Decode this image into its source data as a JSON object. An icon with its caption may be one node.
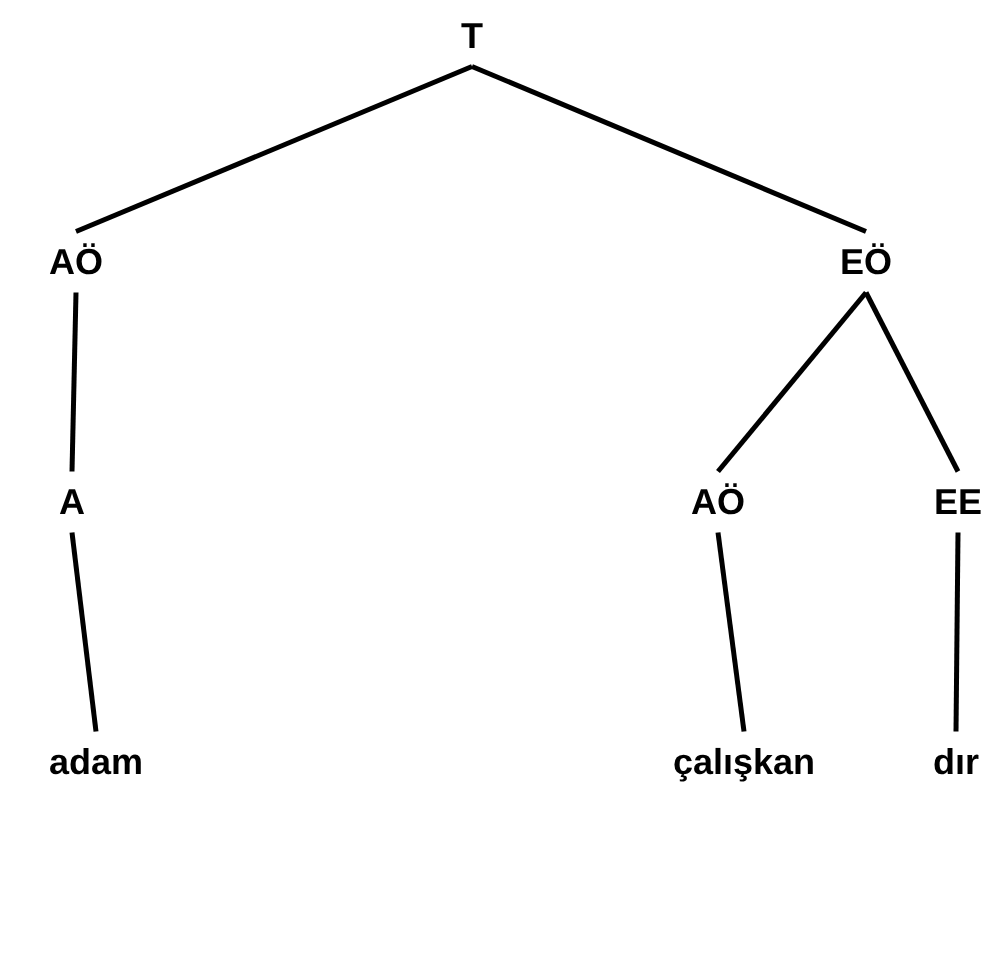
{
  "diagram": {
    "nodes": [
      {
        "text": [
          "T"
        ]
      },
      {
        "text": [
          "AÖ"
        ]
      },
      {
        "text": [
          "EÖ"
        ]
      },
      {
        "text": [
          "A"
        ]
      },
      {
        "text": [
          "AÖ"
        ]
      },
      {
        "text": [
          "EE"
        ]
      },
      {
        "text": [
          "adam"
        ]
      },
      {
        "text": [
          "çalışkan"
        ]
      },
      {
        "text": [
          "dır"
        ]
      }
    ],
    "edges": [
      {
        "from": 0,
        "to": 1,
        "arrow": "none"
      },
      {
        "from": 0,
        "to": 2,
        "arrow": "none"
      },
      {
        "from": 1,
        "to": 3,
        "arrow": "none"
      },
      {
        "from": 2,
        "to": 4,
        "arrow": "none"
      },
      {
        "from": 2,
        "to": 5,
        "arrow": "none"
      },
      {
        "from": 3,
        "to": 6,
        "arrow": "none"
      },
      {
        "from": 4,
        "to": 7,
        "arrow": "none"
      },
      {
        "from": 5,
        "to": 8,
        "arrow": "none"
      }
    ]
  }
}
